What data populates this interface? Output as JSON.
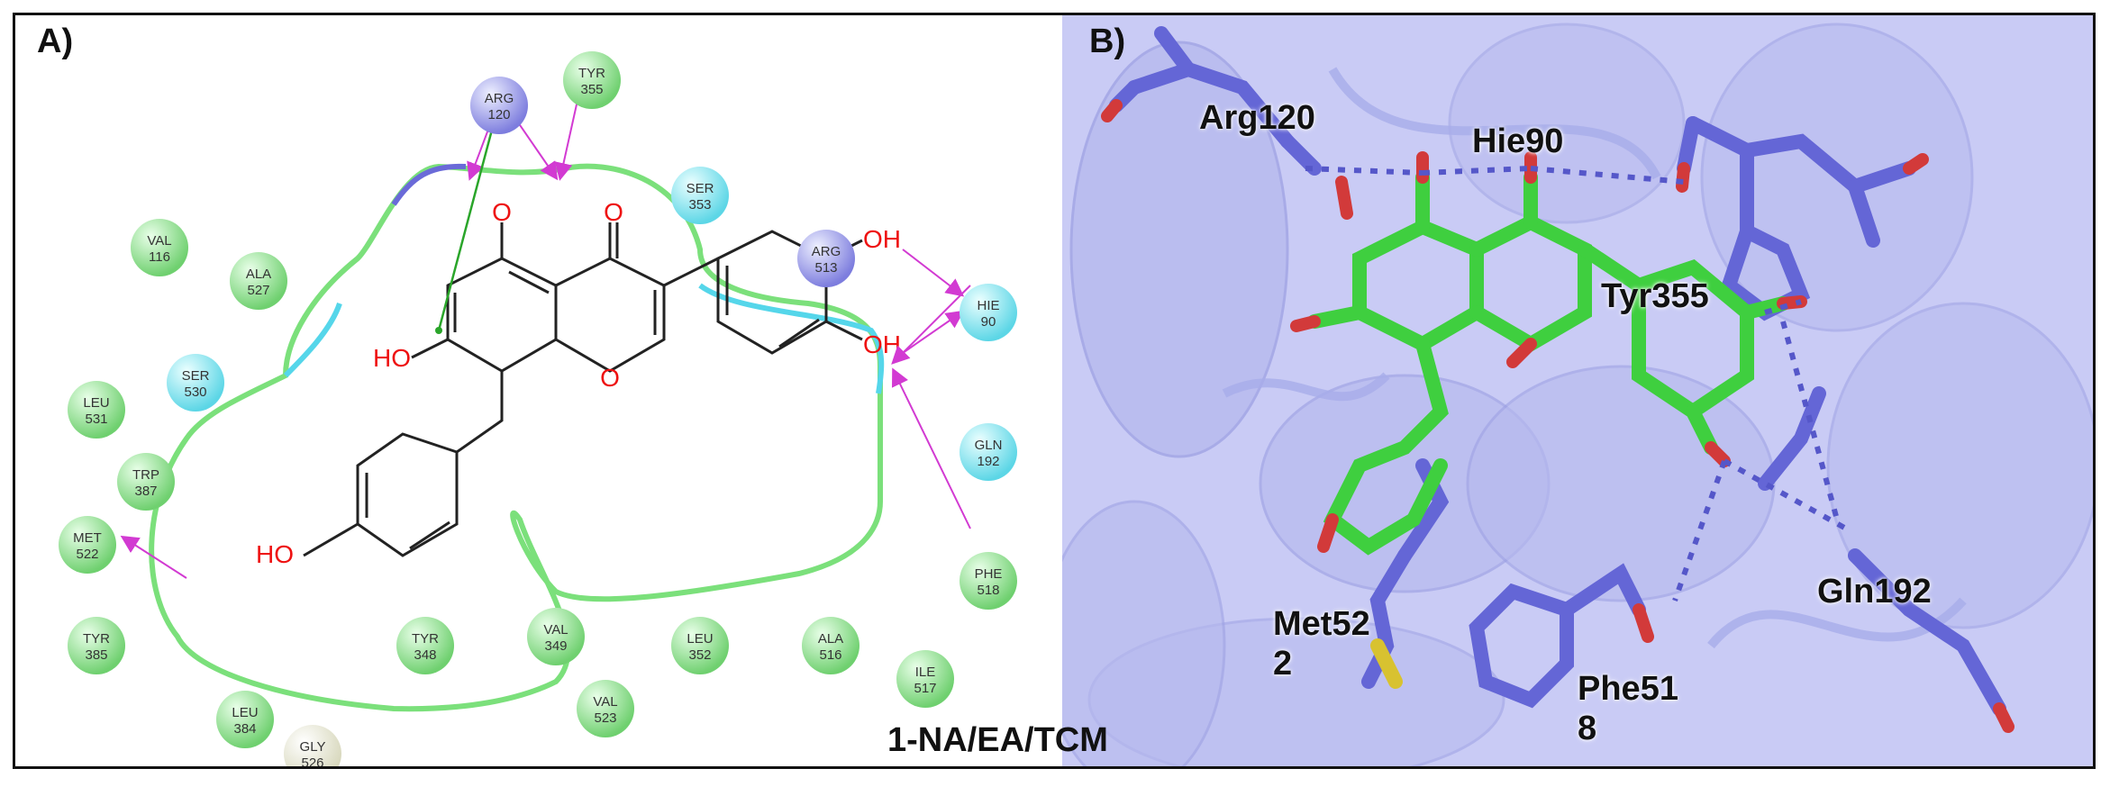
{
  "panel_a": {
    "label": "A)",
    "residues": [
      {
        "name": "ARG",
        "num": "120",
        "color": "#8f8fe6"
      },
      {
        "name": "TYR",
        "num": "355",
        "color": "#8fe08f"
      },
      {
        "name": "SER",
        "num": "353",
        "color": "#7fe4ef"
      },
      {
        "name": "ARG",
        "num": "513",
        "color": "#8f8fe6"
      },
      {
        "name": "VAL",
        "num": "116",
        "color": "#8fe08f"
      },
      {
        "name": "ALA",
        "num": "527",
        "color": "#8fe08f"
      },
      {
        "name": "SER",
        "num": "530",
        "color": "#7fe4ef"
      },
      {
        "name": "LEU",
        "num": "531",
        "color": "#8fe08f"
      },
      {
        "name": "TRP",
        "num": "387",
        "color": "#8fe08f"
      },
      {
        "name": "MET",
        "num": "522",
        "color": "#8fe08f"
      },
      {
        "name": "TYR",
        "num": "385",
        "color": "#8fe08f"
      },
      {
        "name": "LEU",
        "num": "384",
        "color": "#8fe08f"
      },
      {
        "name": "GLY",
        "num": "526",
        "color": "#ececd2"
      },
      {
        "name": "TYR",
        "num": "348",
        "color": "#8fe08f"
      },
      {
        "name": "VAL",
        "num": "349",
        "color": "#8fe08f"
      },
      {
        "name": "VAL",
        "num": "523",
        "color": "#8fe08f"
      },
      {
        "name": "LEU",
        "num": "352",
        "color": "#8fe08f"
      },
      {
        "name": "ALA",
        "num": "516",
        "color": "#8fe08f"
      },
      {
        "name": "ILE",
        "num": "517",
        "color": "#8fe08f"
      },
      {
        "name": "HIE",
        "num": "90",
        "color": "#7fe4ef"
      },
      {
        "name": "GLN",
        "num": "192",
        "color": "#7fe4ef"
      },
      {
        "name": "PHE",
        "num": "518",
        "color": "#8fe08f"
      }
    ],
    "atoms": {
      "o_top_left": "O",
      "o_top_right": "O",
      "o_ring": "O",
      "ho_left": "HO",
      "oh_top": "OH",
      "oh_bottom": "OH",
      "ho_bottom": "HO"
    }
  },
  "panel_b": {
    "label": "B)",
    "residue_labels": [
      "Arg120",
      "Hie90",
      "Tyr355",
      "Gln192",
      "Met52\n2",
      "Phe51\n8"
    ]
  },
  "caption": "1-NA/EA/TCM"
}
